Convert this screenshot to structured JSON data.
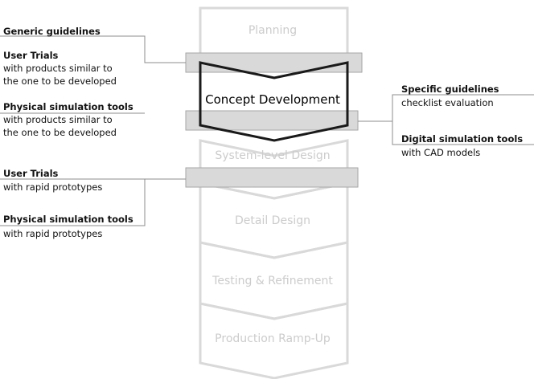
{
  "stages": [
    "Planning",
    "Concept  Development",
    "System-level Design",
    "Detail Design",
    "Testing & Refinement",
    "Production Ramp-Up"
  ],
  "left_group_1": {
    "generic_title": "Generic guidelines",
    "user_trials_title": "User Trials",
    "user_trials_sub": [
      "with products similar to",
      "the one to be developed"
    ],
    "physical_title": "Physical simulation tools",
    "physical_sub": [
      "with products similar to",
      "the one to be developed"
    ]
  },
  "left_group_2": {
    "user_trials_title": "User Trials",
    "user_trials_sub": "with rapid prototypes",
    "physical_title": "Physical simulation tools",
    "physical_sub": "with rapid prototypes"
  },
  "right_group": {
    "specific_title": "Specific guidelines",
    "specific_sub": "checklist evaluation",
    "digital_title": "Digital simulation tools",
    "digital_sub": "with CAD models"
  },
  "colors": {
    "inactive_outline": "#d9d9d9",
    "active_outline": "#1a1a1a",
    "band_fill": "#d9d9d9",
    "band_stroke": "#a6a6a6",
    "connector": "#8c8c8c"
  }
}
